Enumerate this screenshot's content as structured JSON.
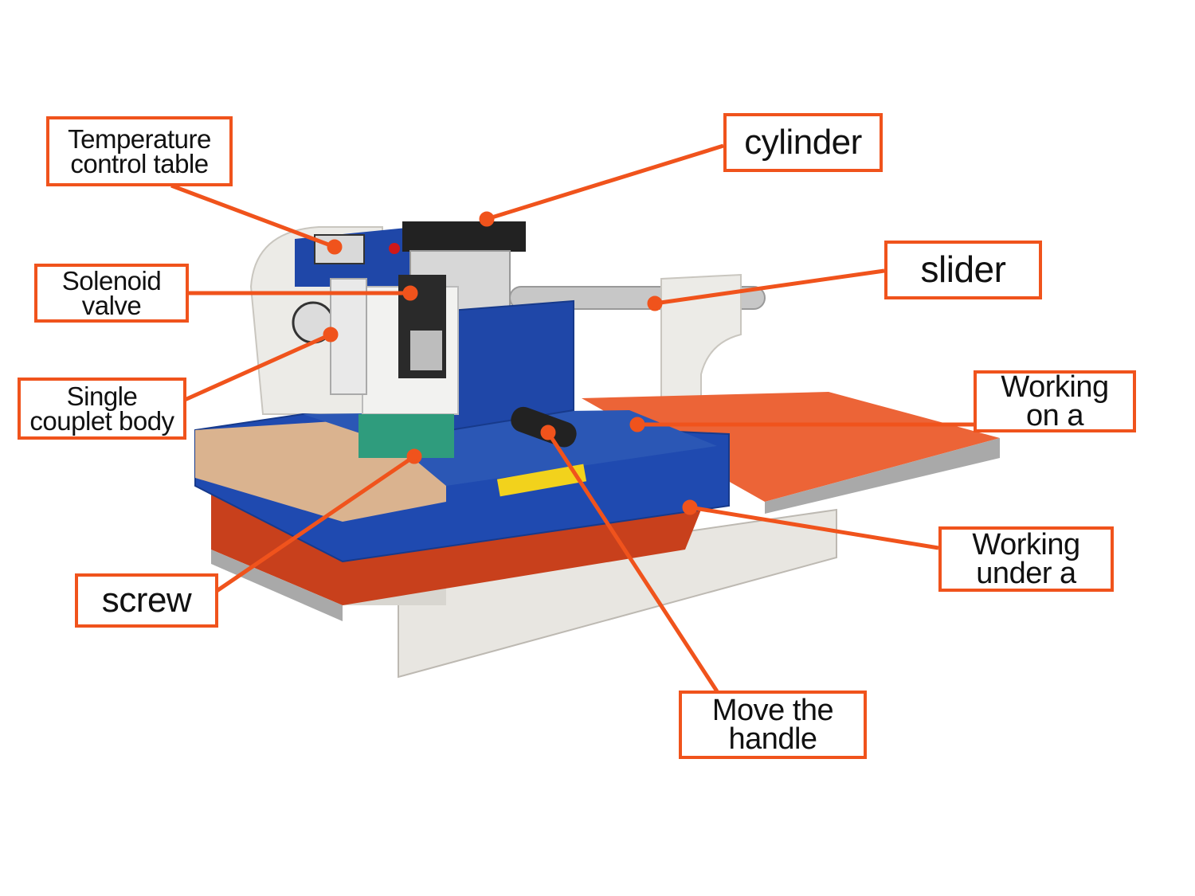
{
  "diagram": {
    "accent_color": "#f0531c",
    "labels": {
      "temperature": "Temperature\ncontrol table",
      "solenoid": "Solenoid\nvalve",
      "single_couplet": "Single\ncouplet body",
      "screw": "screw",
      "cylinder": "cylinder",
      "slider": "slider",
      "working_on": "Working\non a",
      "working_under": "Working\nunder a",
      "move_handle": "Move the\nhandle"
    }
  }
}
